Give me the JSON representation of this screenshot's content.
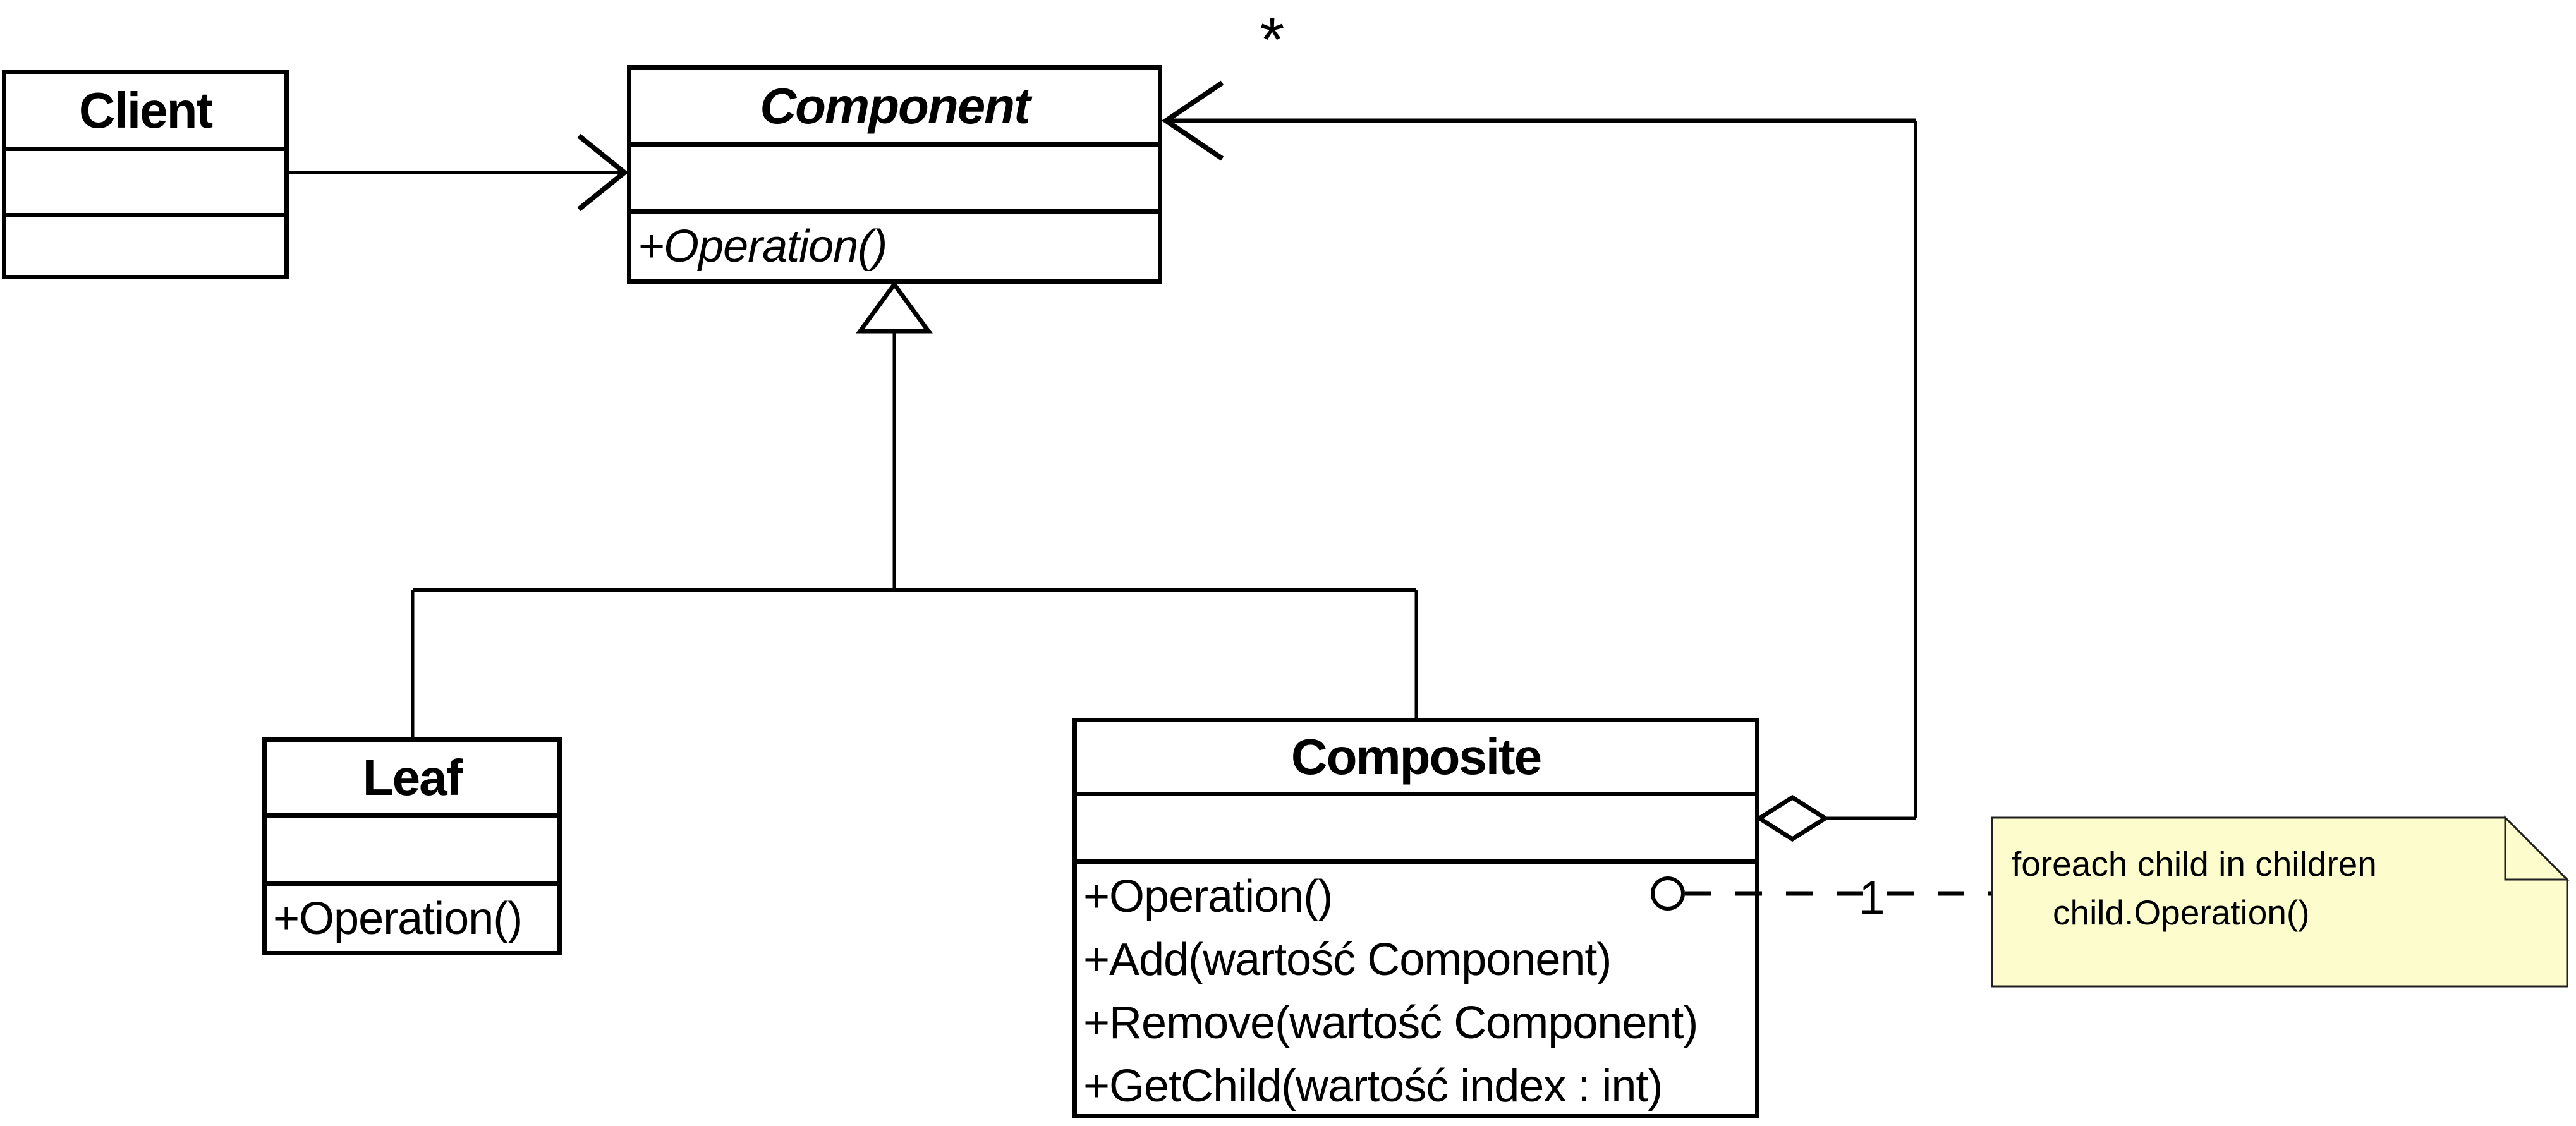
{
  "diagram": {
    "kind": "uml-class-diagram",
    "background": "#ffffff",
    "line_color": "#000000",
    "classes": [
      {
        "name": "Client",
        "abstract": false,
        "attributes": [],
        "methods": []
      },
      {
        "name": "Component",
        "abstract": true,
        "attributes": [],
        "methods": [
          "+Operation()"
        ]
      },
      {
        "name": "Leaf",
        "abstract": false,
        "attributes": [],
        "methods": [
          "+Operation()"
        ]
      },
      {
        "name": "Composite",
        "abstract": false,
        "attributes": [],
        "methods": [
          "+Operation()",
          "+Add(wartość Component)",
          "+Remove(wartość Component)",
          "+GetChild(wartość index : int)"
        ]
      }
    ],
    "labels": {
      "aggregation_multiplicity": "*",
      "note_link_multiplicity": "1"
    },
    "note": {
      "fill": "#fcfccd",
      "border_color": "#202020",
      "lines": [
        "foreach child in children",
        "child.Operation()"
      ]
    },
    "relations": [
      {
        "type": "association",
        "from": "Client",
        "to": "Component"
      },
      {
        "type": "generalization",
        "from": "Leaf",
        "to": "Component"
      },
      {
        "type": "generalization",
        "from": "Composite",
        "to": "Component"
      },
      {
        "type": "aggregation",
        "from": "Composite",
        "to": "Component",
        "multiplicity": "*"
      },
      {
        "type": "note-link",
        "from": "Composite.+Operation()",
        "to": "note",
        "label": "1"
      }
    ]
  }
}
